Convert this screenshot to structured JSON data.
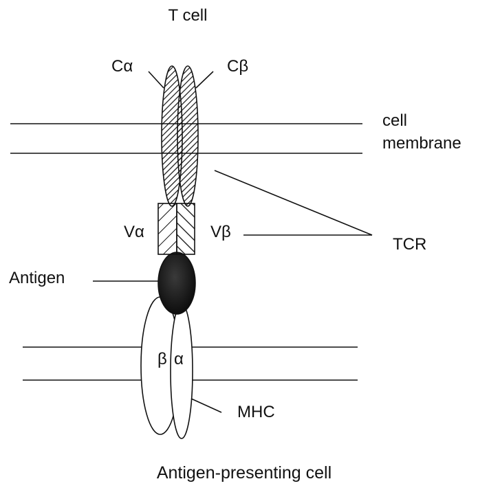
{
  "labels": {
    "top_title": "T cell",
    "bottom_title": "Antigen-presenting cell",
    "c_alpha": "Cα",
    "c_beta": "Cβ",
    "membrane_line1": "cell",
    "membrane_line2": "membrane",
    "v_alpha": "Vα",
    "v_beta": "Vβ",
    "tcr": "TCR",
    "antigen": "Antigen",
    "mhc_beta": "β",
    "mhc_alpha": "α",
    "mhc": "MHC"
  }
}
